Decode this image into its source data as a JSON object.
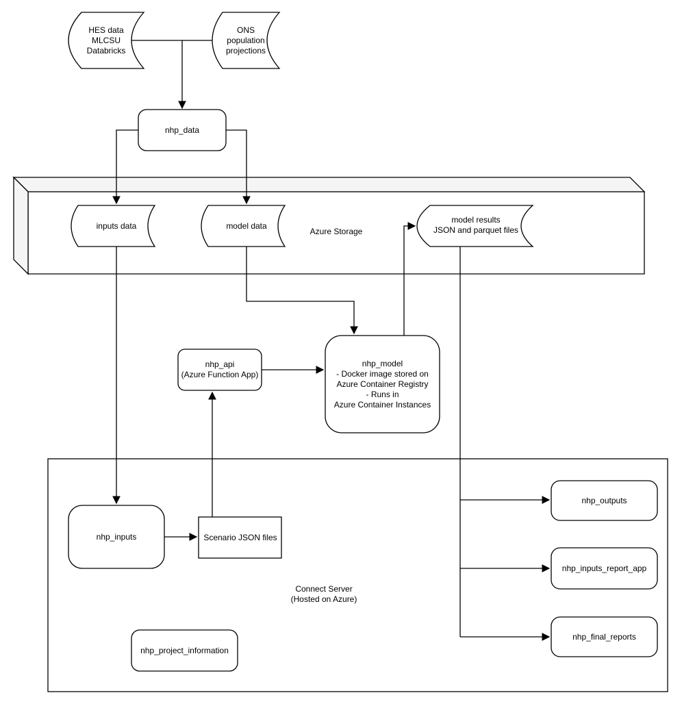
{
  "diagram": {
    "colors": {
      "stroke": "#000000",
      "node_fill": "#ffffff",
      "band_face_fill": "#f5f5f5"
    },
    "nodes": {
      "hes": {
        "lines": [
          "HES data",
          "MLCSU",
          "Databricks"
        ]
      },
      "ons": {
        "lines": [
          "ONS",
          "population",
          "projections"
        ]
      },
      "nhp_data": {
        "label": "nhp_data"
      },
      "inputs_data": {
        "label": "inputs data"
      },
      "model_data": {
        "label": "model data"
      },
      "azure_storage": {
        "label": "Azure Storage"
      },
      "model_results": {
        "lines": [
          "model results",
          "JSON and parquet files"
        ]
      },
      "nhp_api": {
        "lines": [
          "nhp_api",
          "(Azure Function App)"
        ]
      },
      "nhp_model": {
        "lines": [
          "nhp_model",
          "- Docker image stored on",
          "Azure Container Registry",
          "- Runs in",
          "Azure Container Instances"
        ]
      },
      "nhp_inputs": {
        "label": "nhp_inputs"
      },
      "scenario_json": {
        "label": "Scenario JSON files"
      },
      "connect_server": {
        "lines": [
          "Connect Server",
          "(Hosted on Azure)"
        ]
      },
      "nhp_project_information": {
        "label": "nhp_project_information"
      },
      "nhp_outputs": {
        "label": "nhp_outputs"
      },
      "nhp_inputs_report_app": {
        "label": "nhp_inputs_report_app"
      },
      "nhp_final_reports": {
        "label": "nhp_final_reports"
      }
    }
  }
}
